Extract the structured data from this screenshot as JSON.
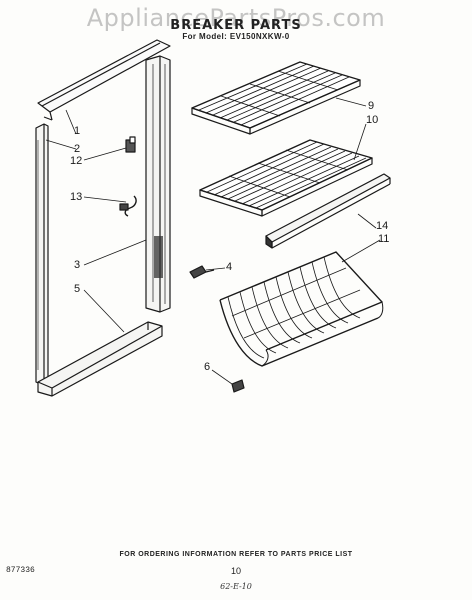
{
  "watermark": "AppliancePartsPros.com",
  "header": {
    "title": "BREAKER PARTS",
    "model_line": "For Model: EV150NXKW-0"
  },
  "callouts": {
    "c1": "1",
    "c2": "2",
    "c3": "3",
    "c4": "4",
    "c5": "5",
    "c6": "6",
    "c9": "9",
    "c10": "10",
    "c11": "11",
    "c12": "12",
    "c13": "13",
    "c14": "14"
  },
  "footer": {
    "note": "FOR ORDERING INFORMATION REFER TO PARTS PRICE LIST",
    "part_number": "877336",
    "page_number": "10",
    "handwritten": "62-E-10"
  }
}
